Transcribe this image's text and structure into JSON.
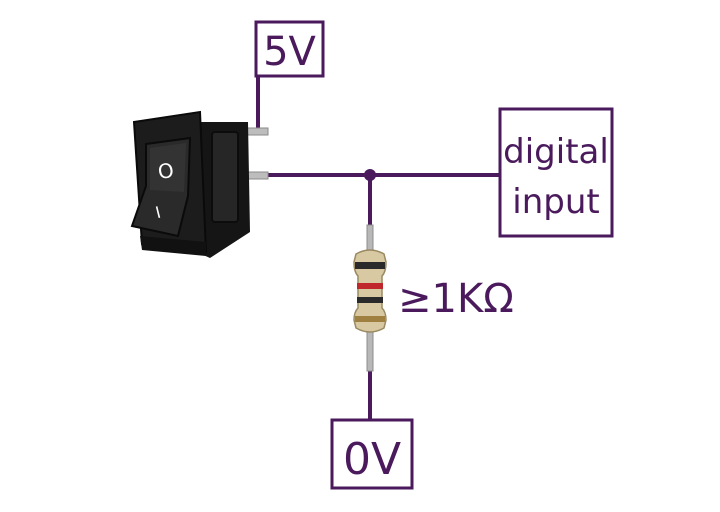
{
  "colors": {
    "wire": "#4a1a5c",
    "switch_body": "#1c1c1c",
    "switch_rocker": "#2a2a2a",
    "resistor_body": "#d8c9a3",
    "band_1": "#2a2a2a",
    "band_2": "#c0272d",
    "band_3": "#2a2a2a",
    "band_4": "#a08040"
  },
  "labels": {
    "supply": "5V",
    "ground": "0V",
    "input_line1": "digital",
    "input_line2": "input",
    "resistor_value": "≥1KΩ"
  },
  "switch_marks": {
    "off": "O",
    "on": "I"
  },
  "icons": {
    "switch": "rocker-switch-icon",
    "resistor": "resistor-icon",
    "junction": "junction-dot"
  }
}
